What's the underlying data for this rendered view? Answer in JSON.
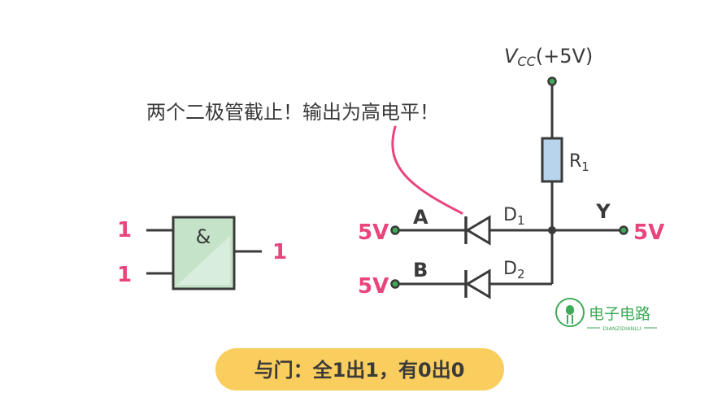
{
  "annotation": "两个二极管截止！输出为高电平！",
  "vcc": {
    "v": "V",
    "sub": "CC",
    "rest": "(+5V)"
  },
  "resistor": {
    "letter": "R",
    "sub": "1"
  },
  "output": {
    "node": "Y",
    "value": "5V"
  },
  "inputs": [
    {
      "node": "A",
      "value": "5V",
      "diode": "D",
      "diode_sub": "1"
    },
    {
      "node": "B",
      "value": "5V",
      "diode": "D",
      "diode_sub": "2"
    }
  ],
  "gate": {
    "symbol": "&",
    "in1": "1",
    "in2": "1",
    "out": "1"
  },
  "caption": "与门：全1出1，有0出0",
  "watermark": {
    "title": "电子电路",
    "sub": "DIANZIDIANLU"
  },
  "colors": {
    "accent": "#e9457a",
    "wire": "#3a3a3a",
    "gate_fill": "#c4e3c8",
    "resistor_fill": "#b8d4ec",
    "caption_bg": "#f9cd5e",
    "logo": "#3faa57"
  }
}
